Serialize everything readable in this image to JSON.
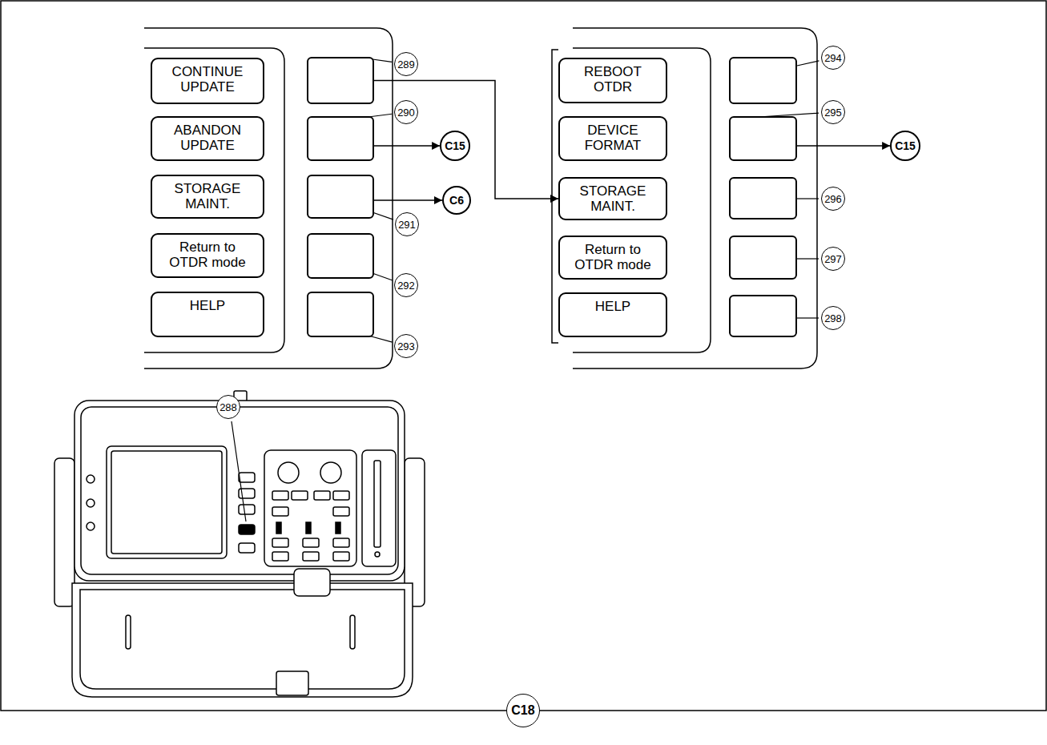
{
  "diagram": {
    "nodes": [
      {
        "text": [
          "CONTINUE UPDATE"
        ]
      },
      {
        "text": [
          "289"
        ]
      },
      {
        "text": [
          "ABANDON UPDATE"
        ]
      },
      {
        "text": [
          "290"
        ]
      },
      {
        "text": [
          "STORAGE MAINT."
        ]
      },
      {
        "text": [
          "291"
        ]
      },
      {
        "text": [
          "Return to OTDR mode"
        ]
      },
      {
        "text": [
          "292"
        ]
      },
      {
        "text": [
          "HELP"
        ]
      },
      {
        "text": [
          "293"
        ]
      },
      {
        "text": [
          "C15"
        ]
      },
      {
        "text": [
          "C6"
        ]
      },
      {
        "text": [
          "REBOOT OTDR"
        ]
      },
      {
        "text": [
          "294"
        ]
      },
      {
        "text": [
          "DEVICE FORMAT"
        ]
      },
      {
        "text": [
          "295"
        ]
      },
      {
        "text": [
          "STORAGE MAINT."
        ]
      },
      {
        "text": [
          "296"
        ]
      },
      {
        "text": [
          "Return to OTDR mode"
        ]
      },
      {
        "text": [
          "297"
        ]
      },
      {
        "text": [
          "HELP"
        ]
      },
      {
        "text": [
          "298"
        ]
      },
      {
        "text": [
          "C15"
        ]
      }
    ],
    "edges": [
      {
        "from": 1,
        "to": 16,
        "arrow": "to"
      },
      {
        "from": 3,
        "to": 10,
        "arrow": "to"
      },
      {
        "from": 5,
        "to": 11,
        "arrow": "to"
      },
      {
        "from": 15,
        "to": 22,
        "arrow": "to"
      }
    ],
    "labels": [
      "288",
      "C18"
    ]
  }
}
